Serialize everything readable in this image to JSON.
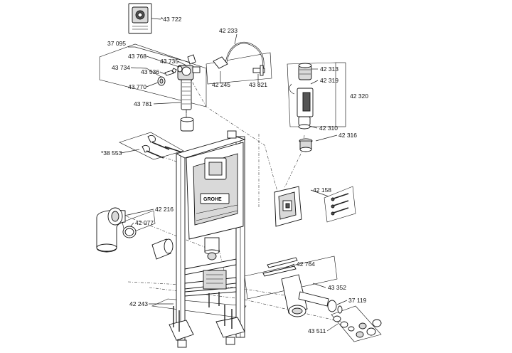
{
  "diagram": {
    "parts": [
      {
        "id": "p1",
        "number": "*43 722"
      },
      {
        "id": "p2",
        "number": "37 095"
      },
      {
        "id": "p3",
        "number": "43 768"
      },
      {
        "id": "p4",
        "number": "43 735"
      },
      {
        "id": "p5",
        "number": "43 734"
      },
      {
        "id": "p6",
        "number": "43 536"
      },
      {
        "id": "p7",
        "number": "43 770"
      },
      {
        "id": "p8",
        "number": "43 781"
      },
      {
        "id": "p9",
        "number": "42 233"
      },
      {
        "id": "p10",
        "number": "42 245"
      },
      {
        "id": "p11",
        "number": "43 821"
      },
      {
        "id": "p12",
        "number": "42 313"
      },
      {
        "id": "p13",
        "number": "42 319"
      },
      {
        "id": "p14",
        "number": "42 320"
      },
      {
        "id": "p15",
        "number": "42 310"
      },
      {
        "id": "p16",
        "number": "42 316"
      },
      {
        "id": "p17",
        "number": "*38 553"
      },
      {
        "id": "p18",
        "number": "42 158"
      },
      {
        "id": "p19",
        "number": "42 216"
      },
      {
        "id": "p20",
        "number": "42 077"
      },
      {
        "id": "p21",
        "number": "42 764"
      },
      {
        "id": "p22",
        "number": "43 352"
      },
      {
        "id": "p23",
        "number": "37 119"
      },
      {
        "id": "p24",
        "number": "42 243"
      },
      {
        "id": "p25",
        "number": "43 511"
      }
    ]
  }
}
